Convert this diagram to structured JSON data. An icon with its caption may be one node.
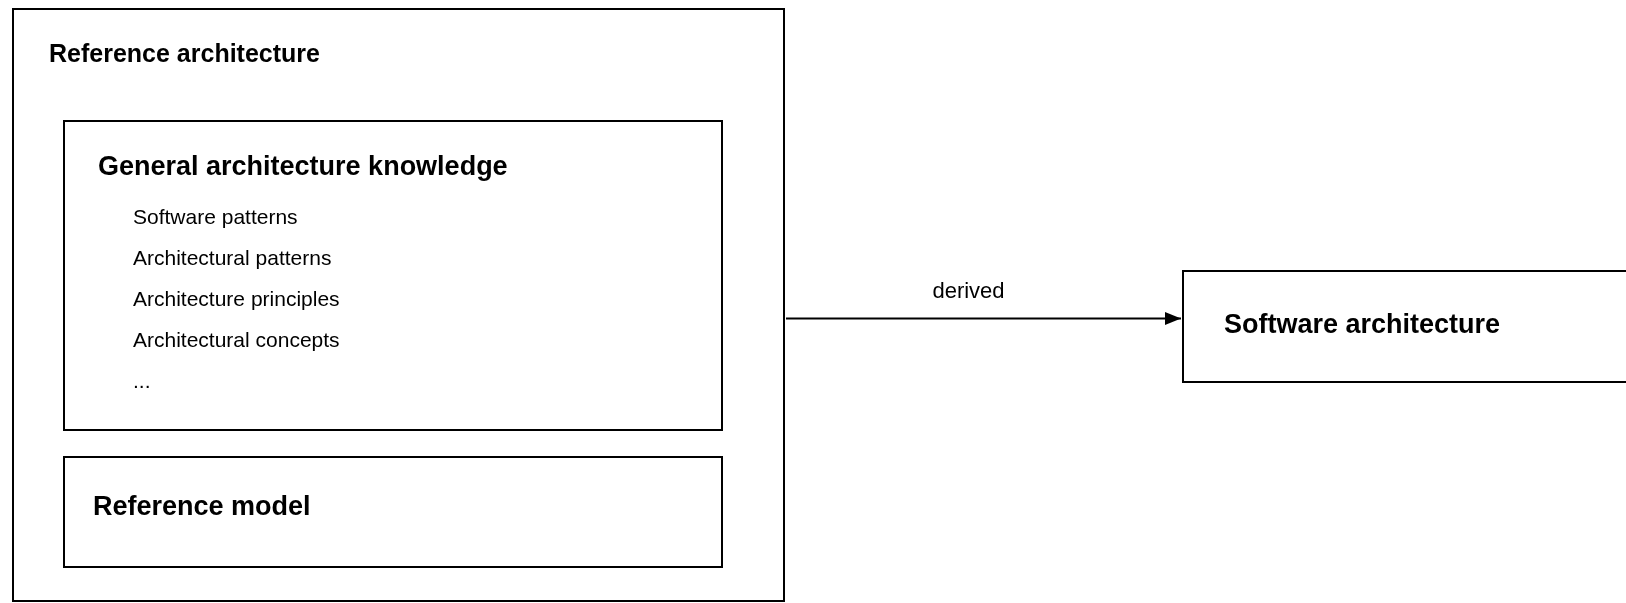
{
  "diagram": {
    "nodes": [
      {
        "text": [
          "Reference architecture"
        ]
      },
      {
        "text": [
          "General architecture knowledge",
          "Software patterns",
          "Architectural patterns",
          "Architecture principles",
          "Architectural concepts",
          "..."
        ],
        "in": 0
      },
      {
        "text": [
          "Reference model"
        ],
        "in": 0
      },
      {
        "text": [
          "Software architecture"
        ]
      }
    ],
    "edges": [
      {
        "from": 0,
        "to": 3,
        "arrow": "to",
        "label": "derived"
      }
    ]
  }
}
